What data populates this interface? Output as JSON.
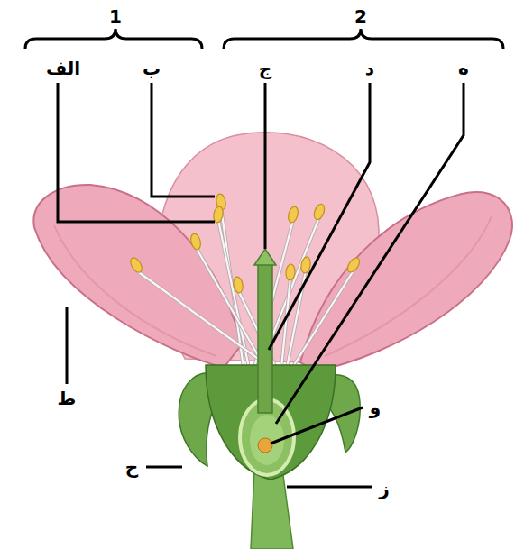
{
  "diagram": {
    "labels": [
      "1",
      "2",
      "الف",
      "ب",
      "ج",
      "د",
      "ه",
      "و",
      "ز",
      "ح",
      "ط"
    ]
  }
}
